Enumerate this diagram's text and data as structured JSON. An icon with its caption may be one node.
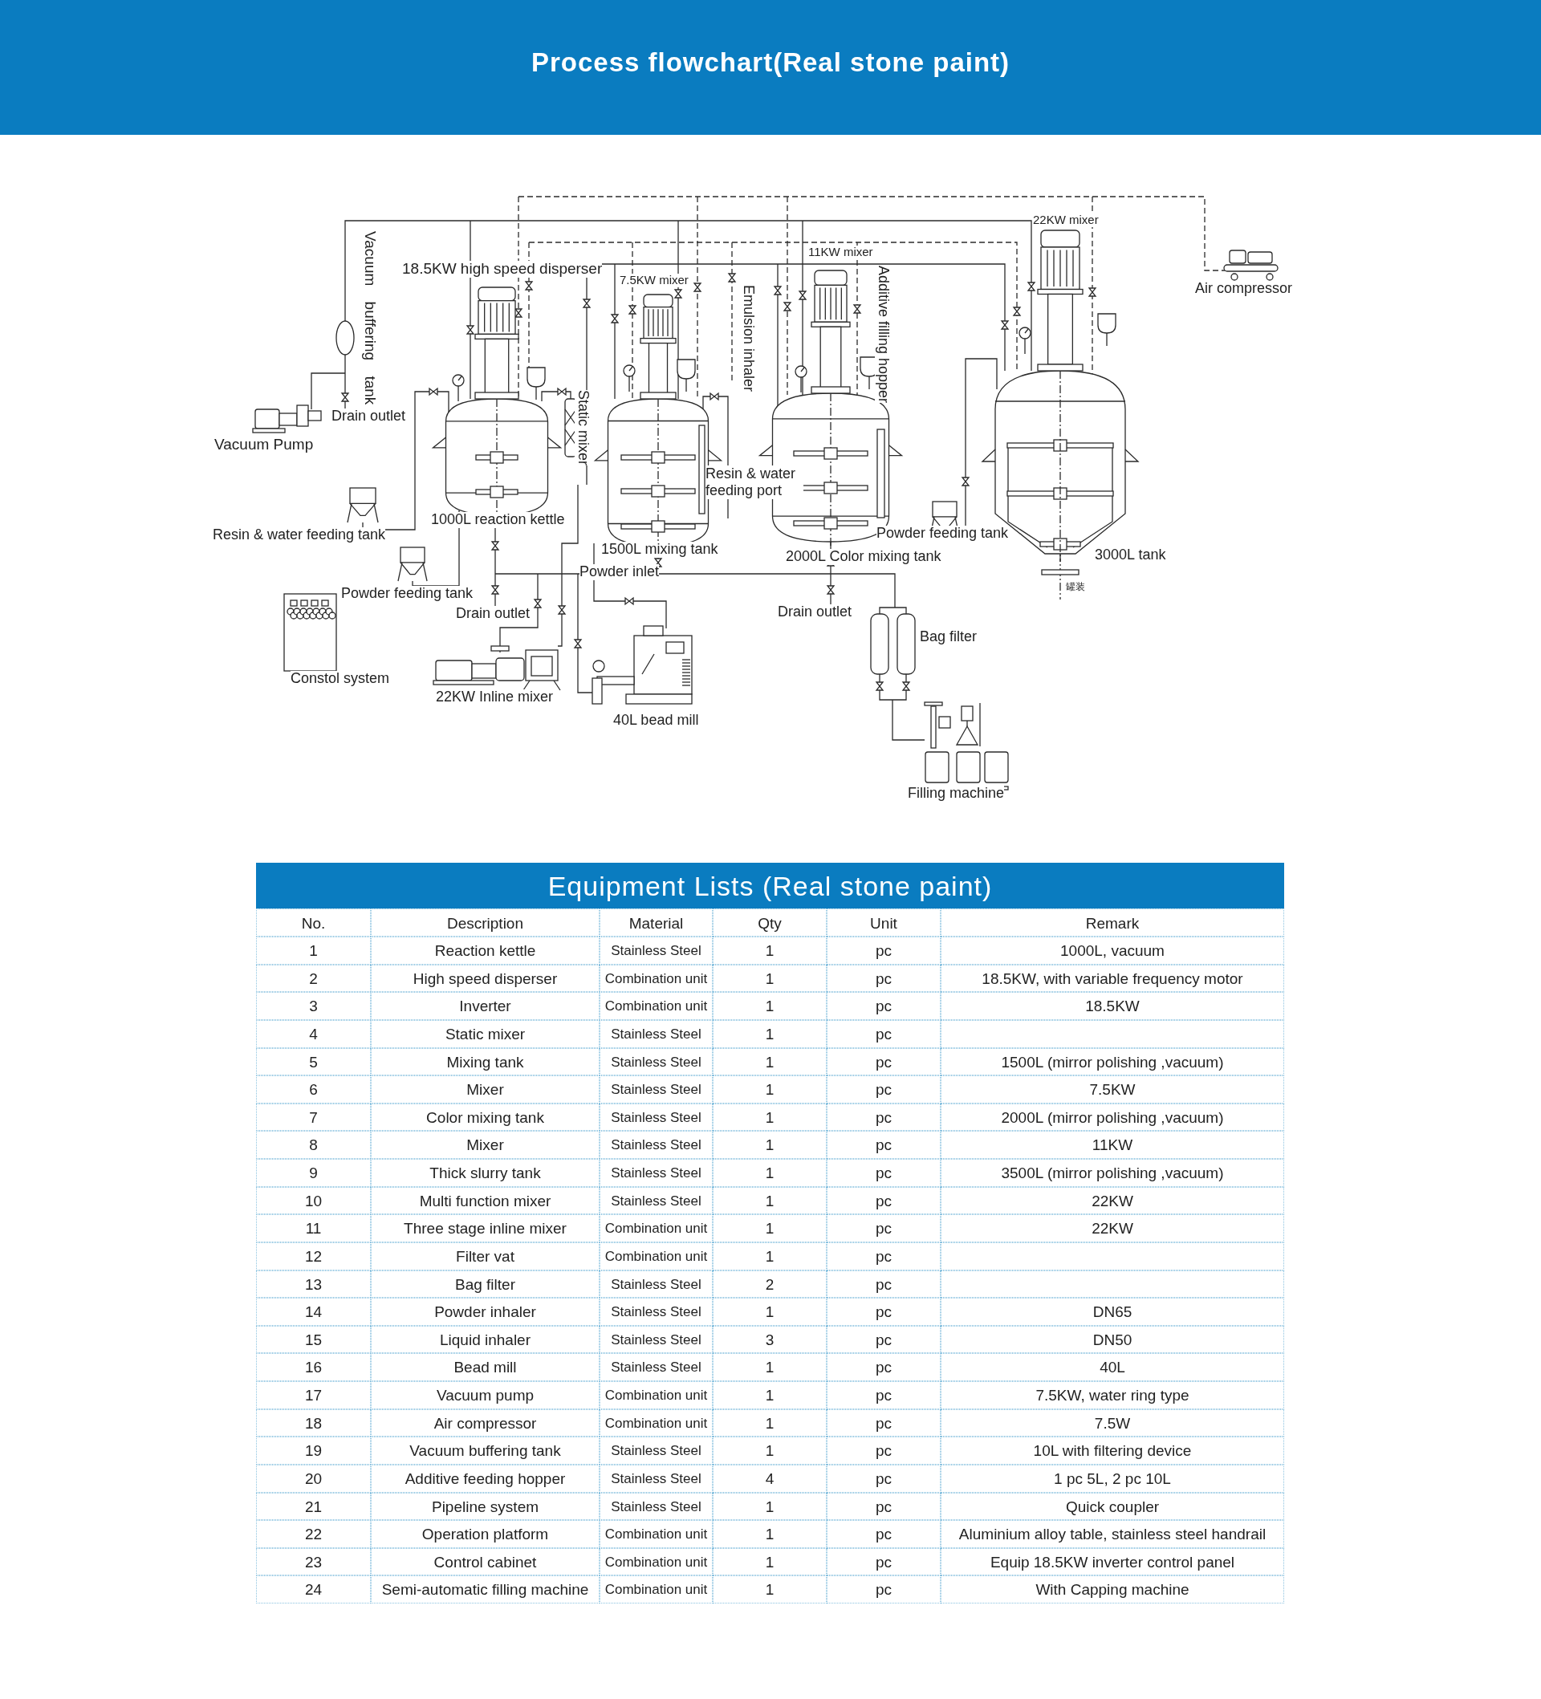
{
  "diagram": {
    "title": "Process flowchart(Real stone paint)",
    "labels": [
      "Vacuum buffering tank",
      "18.5KW high speed disperser",
      "7.5KW mixer",
      "Emulsion inhaler",
      "11KW mixer",
      "Additive filling hopper",
      "22KW mixer",
      "Air compressor",
      "Vacuum Pump",
      "Drain outlet",
      "Static mixer",
      "Resin & water feeding port",
      "Resin & water feeding tank",
      "1000L reaction kettle",
      "1500L mixing tank",
      "2000L Color mixing tank",
      "Powder feeding tank",
      "3000L tank",
      "罐装",
      "Powder inlet",
      "Powder feeding tank",
      "Drain outlet",
      "Drain outlet",
      "Bag filter",
      "Constol system",
      "22KW Inline mixer",
      "40L bead mill",
      "Filling machine",
      "Equipment Lists (Real stone paint)",
      "No.",
      "Description",
      "Material",
      "Qty",
      "Unit",
      "Remark",
      "1",
      "Reaction kettle",
      "Stainless Steel",
      "1",
      "pc",
      "1000L, vacuum",
      "2",
      "High speed disperser",
      "Combination unit",
      "1",
      "pc",
      "18.5KW, with variable frequency motor",
      "3",
      "Inverter",
      "Combination unit",
      "1",
      "pc",
      "18.5KW",
      "4",
      "Static mixer",
      "Stainless Steel",
      "1",
      "pc",
      "5",
      "Mixing tank",
      "Stainless Steel",
      "1",
      "pc",
      "1500L (mirror polishing ,vacuum)",
      "6",
      "Mixer",
      "Stainless Steel",
      "1",
      "pc",
      "7.5KW",
      "7",
      "Color mixing tank",
      "Stainless Steel",
      "1",
      "pc",
      "2000L (mirror polishing ,vacuum)",
      "8",
      "Mixer",
      "Stainless Steel",
      "1",
      "pc",
      "11KW",
      "9",
      "Thick slurry tank",
      "Stainless Steel",
      "1",
      "pc",
      "3500L (mirror polishing ,vacuum)",
      "10",
      "Multi function mixer",
      "Stainless Steel",
      "1",
      "pc",
      "22KW",
      "11",
      "Three stage inline mixer",
      "Combination unit",
      "1",
      "pc",
      "22KW",
      "12",
      "Filter vat",
      "Combination unit",
      "1",
      "pc",
      "13",
      "Bag filter",
      "Stainless Steel",
      "2",
      "pc",
      "14",
      "Powder inhaler",
      "Stainless Steel",
      "1",
      "pc",
      "DN65",
      "15",
      "Liquid inhaler",
      "Stainless Steel",
      "3",
      "pc",
      "DN50",
      "16",
      "Bead mill",
      "Stainless Steel",
      "1",
      "pc",
      "40L",
      "17",
      "Vacuum pump",
      "Combination unit",
      "1",
      "pc",
      "7.5KW, water ring type",
      "18",
      "Air compressor",
      "Combination unit",
      "1",
      "pc",
      "7.5W",
      "19",
      "Vacuum buffering tank",
      "Stainless Steel",
      "1",
      "pc",
      "10L with filtering device",
      "20",
      "Additive feeding hopper",
      "Stainless Steel",
      "4",
      "pc",
      "1 pc 5L, 2 pc 10L",
      "21",
      "Pipeline system",
      "Stainless Steel",
      "1",
      "pc",
      "Quick coupler",
      "22",
      "Operation platform",
      "Combination unit",
      "1",
      "pc",
      "Aluminium alloy table, stainless steel handrail",
      "23",
      "Control cabinet",
      "Combination unit",
      "1",
      "pc",
      "Equip 18.5KW inverter control panel",
      "24",
      "Semi-automatic filling machine",
      "Combination unit",
      "1",
      "pc",
      "With Capping machine"
    ]
  }
}
